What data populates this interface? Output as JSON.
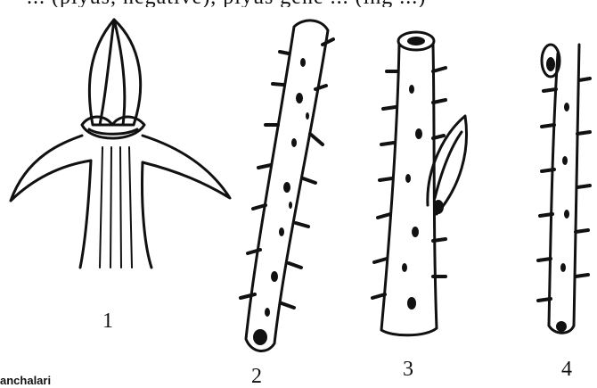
{
  "header_text": "... (plyus, negative), plyus gene ... (ing ...)",
  "figure_labels": [
    "1",
    "2",
    "3",
    "4"
  ],
  "caption_fragment": "anchalari",
  "colors": {
    "ink": "#111111",
    "paper": "#ffffff"
  }
}
